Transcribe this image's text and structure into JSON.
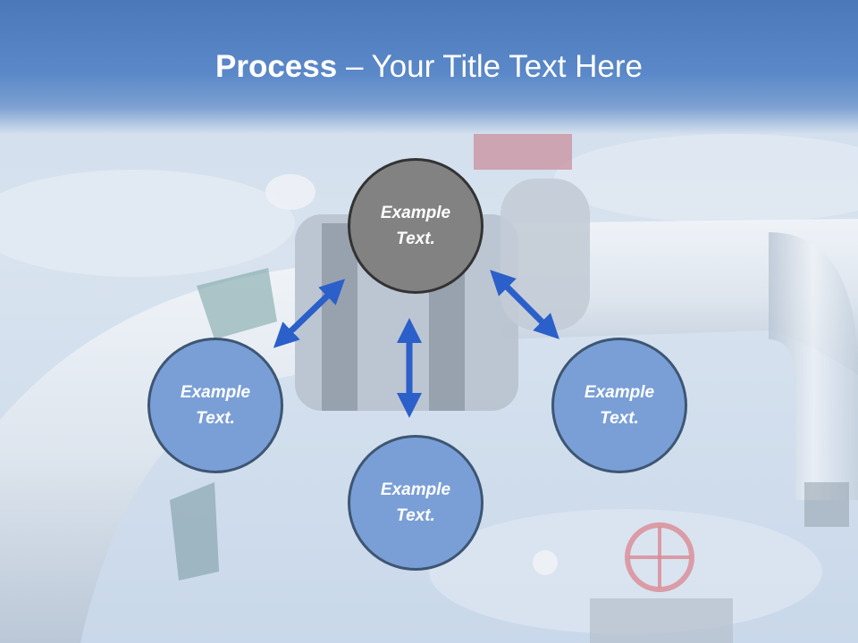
{
  "title": {
    "bold": "Process",
    "rest": " – Your Title Text Here"
  },
  "colors": {
    "header": "#4a78b8",
    "circle_blue": "#7a9fd6",
    "circle_gray": "#828282",
    "arrow": "#2b5fc9"
  },
  "circles": [
    {
      "id": "top",
      "text": "Example Text.",
      "style": "gray"
    },
    {
      "id": "left",
      "text": "Example Text.",
      "style": "blue"
    },
    {
      "id": "bottom",
      "text": "Example Text.",
      "style": "blue"
    },
    {
      "id": "right",
      "text": "Example Text.",
      "style": "blue"
    }
  ],
  "arrows": [
    "double-arrow",
    "double-arrow",
    "double-arrow"
  ],
  "background": "industrial-pipes-photo"
}
